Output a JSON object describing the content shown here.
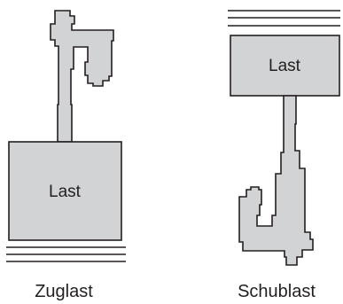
{
  "diagram": {
    "left": {
      "load_label": "Last",
      "caption": "Zuglast"
    },
    "right": {
      "load_label": "Last",
      "caption": "Schublast"
    }
  }
}
